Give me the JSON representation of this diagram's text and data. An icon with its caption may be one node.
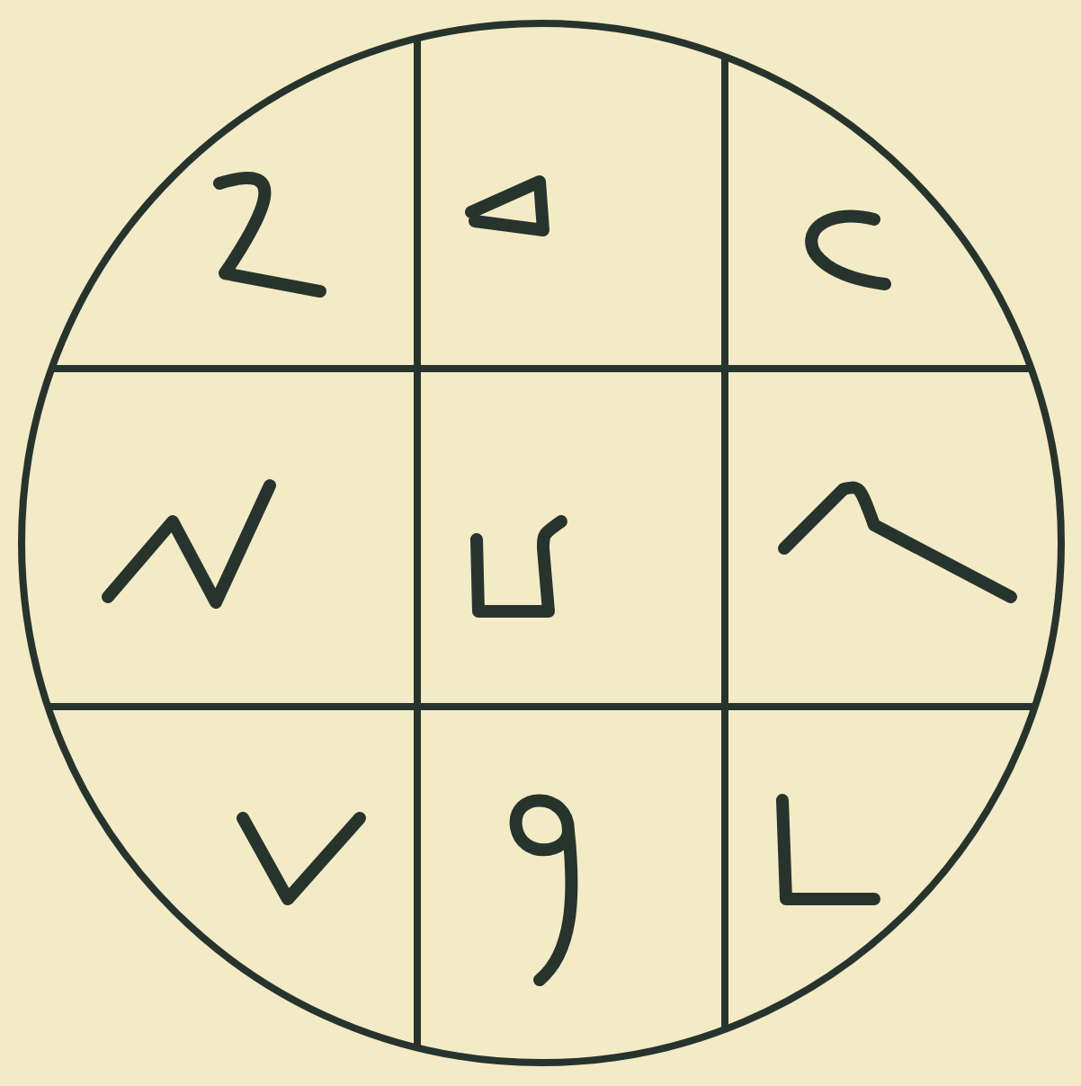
{
  "diagram": {
    "nodes": [
      {
        "text": [],
        "shape": "box"
      },
      {
        "text": [],
        "shape": "box"
      },
      {
        "text": [],
        "shape": "box"
      },
      {
        "text": [],
        "shape": "box"
      },
      {
        "text": [],
        "shape": "box"
      },
      {
        "text": [],
        "shape": "box"
      },
      {
        "text": [],
        "shape": "box"
      },
      {
        "text": [],
        "shape": "box"
      },
      {
        "text": [],
        "shape": "box"
      }
    ]
  }
}
